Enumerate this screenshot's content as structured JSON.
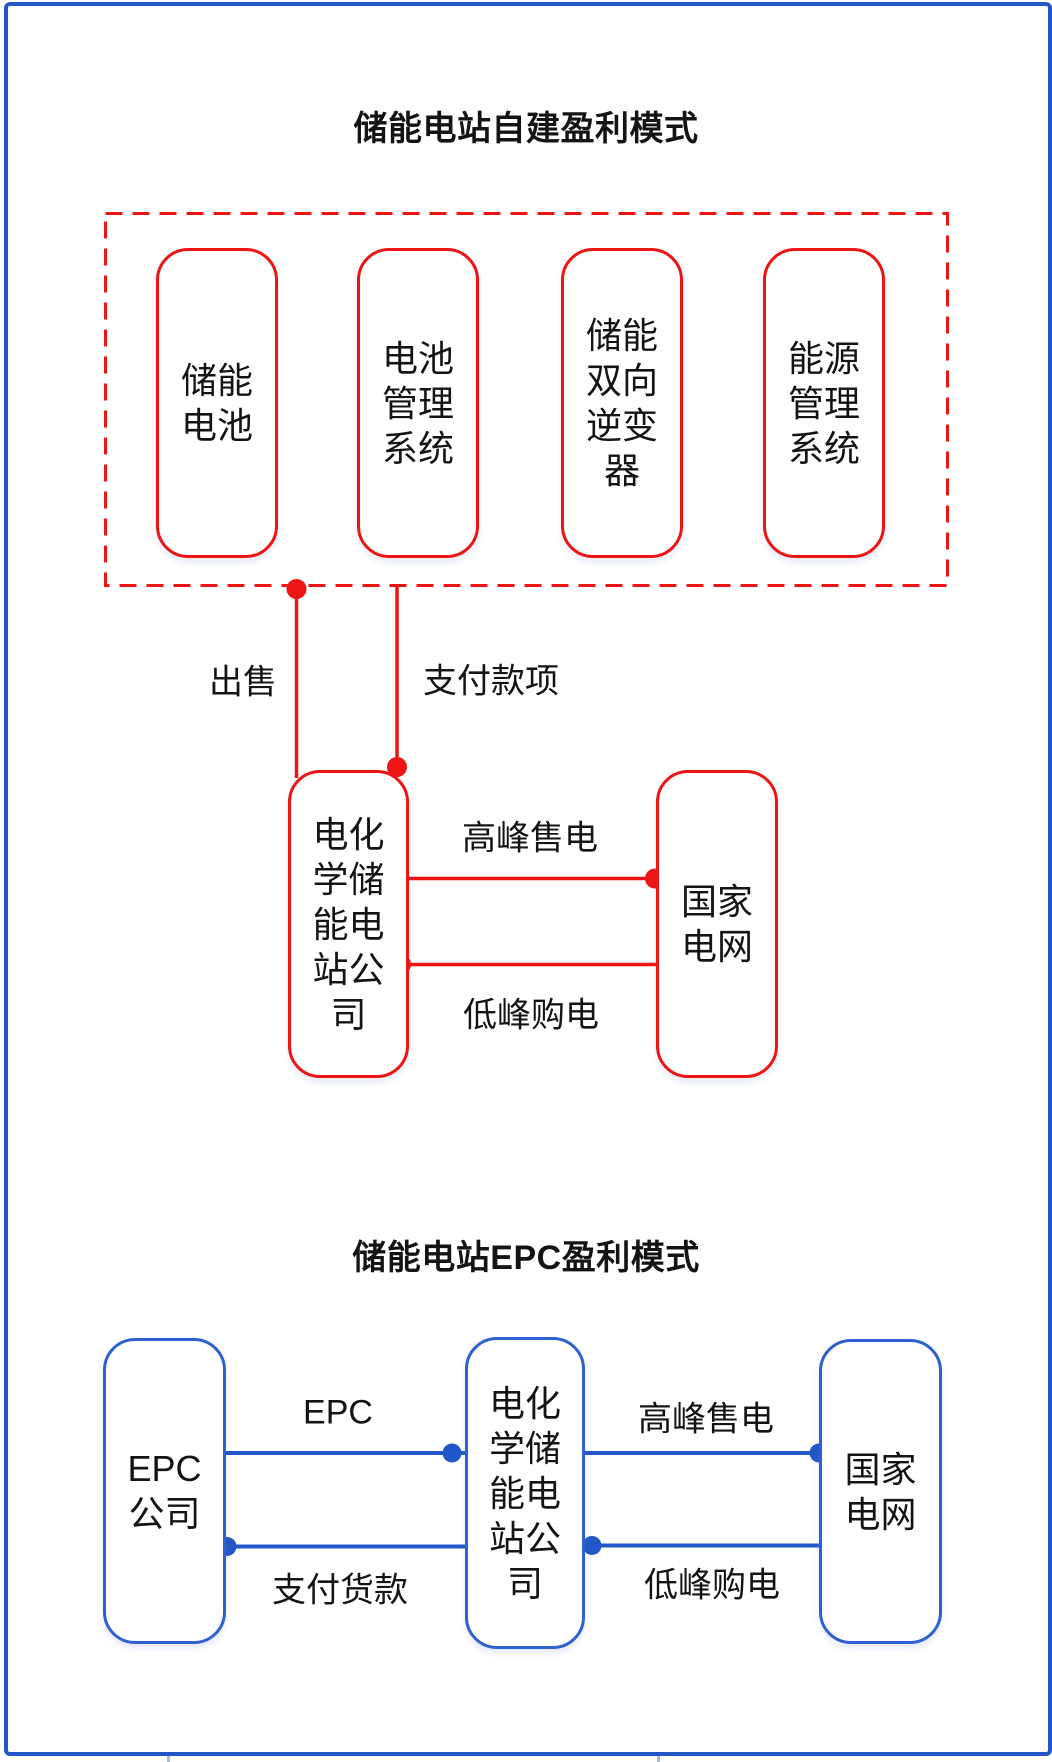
{
  "colors": {
    "frame_blue": "#2456c6",
    "diagram1_red": "#ed1414",
    "diagram2_blue": "#2158c8",
    "text": "#141414"
  },
  "diagram1": {
    "title": "储能电站自建盈利模式",
    "group_boxes": [
      {
        "name": "储能电池",
        "lines": [
          "储能",
          "电池"
        ]
      },
      {
        "name": "电池管理系统",
        "lines": [
          "电池",
          "管理",
          "系统"
        ]
      },
      {
        "name": "储能双向逆变器",
        "lines": [
          "储能",
          "双向",
          "逆变",
          "器"
        ]
      },
      {
        "name": "能源管理系统",
        "lines": [
          "能源",
          "管理",
          "系统"
        ]
      }
    ],
    "sell_label": "出售",
    "payment_label": "支付款项",
    "company_box": {
      "name": "电化学储能电站公司",
      "lines": [
        "电化",
        "学储",
        "能电",
        "站公",
        "司"
      ]
    },
    "grid_box": {
      "name": "国家电网",
      "lines": [
        "国家",
        "电网"
      ]
    },
    "peak_sell_label": "高峰售电",
    "offpeak_buy_label": "低峰购电"
  },
  "diagram2": {
    "title": "储能电站EPC盈利模式",
    "epc_box": {
      "name": "EPC公司",
      "lines": [
        "EPC",
        "公司"
      ]
    },
    "company_box": {
      "name": "电化学储能电站公司",
      "lines": [
        "电化",
        "学储",
        "能电",
        "站公",
        "司"
      ]
    },
    "grid_box": {
      "name": "国家电网",
      "lines": [
        "国家",
        "电网"
      ]
    },
    "epc_label": "EPC",
    "pay_goods_label": "支付货款",
    "peak_sell_label": "高峰售电",
    "offpeak_buy_label": "低峰购电"
  }
}
